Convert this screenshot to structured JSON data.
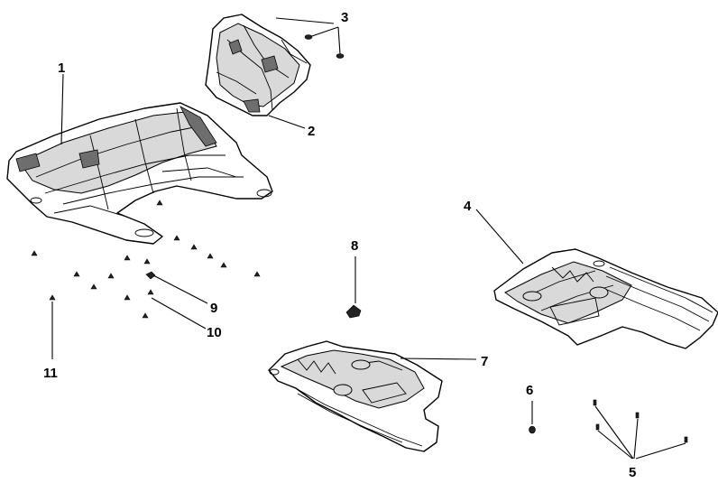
{
  "callouts": [
    {
      "id": "1",
      "label": "1"
    },
    {
      "id": "2",
      "label": "2"
    },
    {
      "id": "3",
      "label": "3"
    },
    {
      "id": "4",
      "label": "4"
    },
    {
      "id": "5",
      "label": "5"
    },
    {
      "id": "6",
      "label": "6"
    },
    {
      "id": "7",
      "label": "7"
    },
    {
      "id": "8",
      "label": "8"
    },
    {
      "id": "9",
      "label": "9"
    },
    {
      "id": "10",
      "label": "10"
    },
    {
      "id": "11",
      "label": "11"
    }
  ],
  "colors": {
    "line": "#000000",
    "background": "#ffffff",
    "shade": "#d9d9d9"
  }
}
